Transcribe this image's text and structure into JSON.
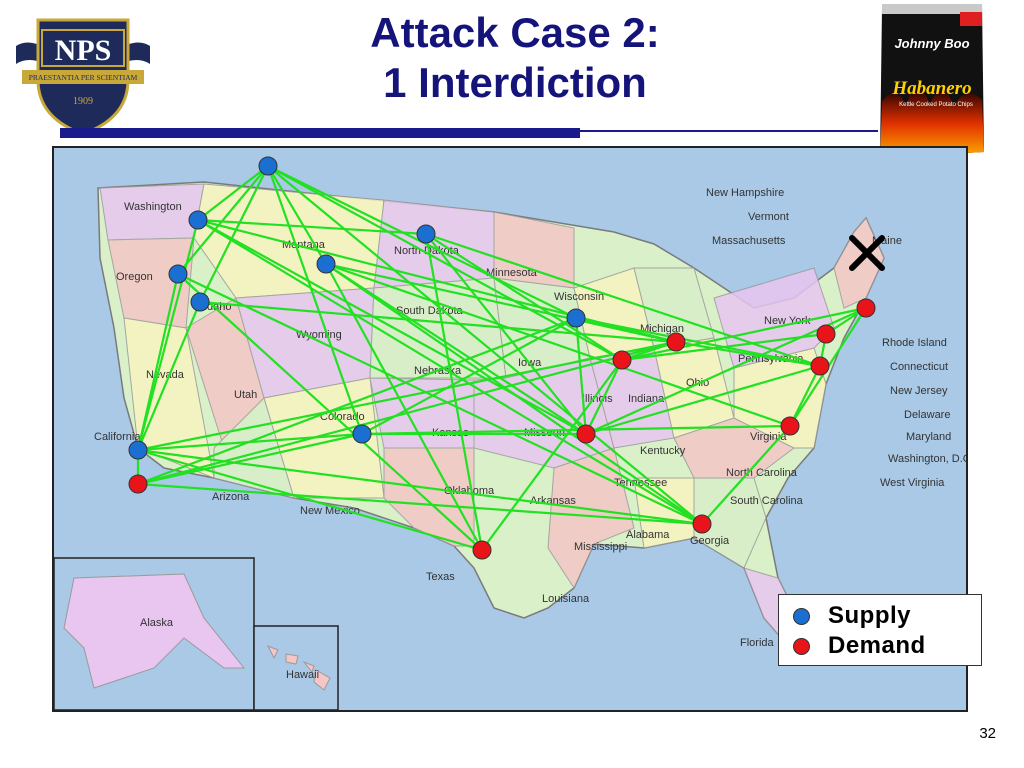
{
  "slide": {
    "title_line1": "Attack Case 2:",
    "title_line2": "1 Interdiction",
    "page_number": "32"
  },
  "logo": {
    "acronym": "NPS",
    "motto": "PRAESTANTIA PER SCIENTIAM",
    "year": "1909"
  },
  "chips_bag": {
    "brand": "Johnny Boo",
    "flavor": "Habanero",
    "subtitle": "Kettle Cooked Potato Chips"
  },
  "legend": {
    "supply_label": "Supply",
    "demand_label": "Demand"
  },
  "colors": {
    "title": "#14147a",
    "rule": "#1a1a8c",
    "supply": "#1a6fd0",
    "demand": "#e8141a",
    "link": "#22e022",
    "ocean": "#a9c9e6"
  },
  "interdiction_marker": {
    "icon": "x-mark-icon"
  },
  "map_labels": [
    "Washington",
    "Oregon",
    "California",
    "Idaho",
    "Nevada",
    "Montana",
    "Wyoming",
    "Utah",
    "Arizona",
    "Colorado",
    "New Mexico",
    "North Dakota",
    "South Dakota",
    "Nebraska",
    "Kansas",
    "Oklahoma",
    "Texas",
    "Minnesota",
    "Iowa",
    "Missouri",
    "Arkansas",
    "Louisiana",
    "Wisconsin",
    "Illinois",
    "Michigan",
    "Indiana",
    "Ohio",
    "Kentucky",
    "Tennessee",
    "Mississippi",
    "Alabama",
    "Georgia",
    "Florida",
    "South Carolina",
    "North Carolina",
    "Virginia",
    "Pennsylvania",
    "New York",
    "Maine",
    "New Hampshire",
    "Vermont",
    "Massachusetts",
    "Rhode Island",
    "Connecticut",
    "New Jersey",
    "Delaware",
    "Maryland",
    "Washington, D.C.",
    "West Virginia",
    "Alaska",
    "Hawaii"
  ]
}
